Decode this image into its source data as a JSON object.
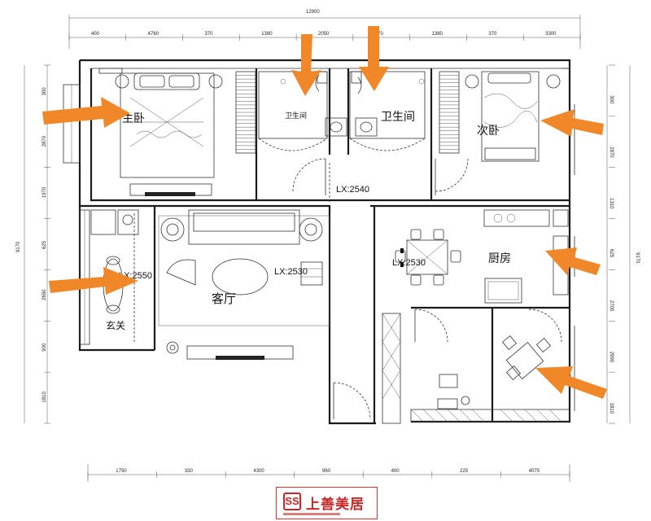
{
  "overall_dimension": "12900",
  "side_dimension": "9170",
  "top_dimensions": [
    "400",
    "4760",
    "370",
    "1380",
    "2050",
    "370",
    "1380",
    "370",
    "3300"
  ],
  "bottom_dimensions": [
    "1750",
    "330",
    "4300",
    "960",
    "400",
    "225",
    "4075"
  ],
  "left_dimensions": [
    "300",
    "2870",
    "1970",
    "625",
    "2650",
    "900",
    "1810"
  ],
  "right_dimensions": [
    "300",
    "2870",
    "1310",
    "625",
    "2700",
    "2990",
    "1810"
  ],
  "rooms": {
    "master_bedroom": "主卧",
    "bathroom_left": "卫生间",
    "bathroom_right": "卫生间",
    "second_bedroom": "次卧",
    "living_room": "客厅",
    "entrance": "玄关",
    "kitchen": "厨房"
  },
  "lx_labels": {
    "corridor": "LX:2540",
    "living": "LX:2530",
    "entrance": "LX:2550",
    "dining": "LX:2530"
  },
  "logo": {
    "text": "上善美居",
    "symbol": "SS"
  },
  "colors": {
    "arrow": "#f0882a",
    "logo_red": "#c62828",
    "wall": "#1a1a1a"
  }
}
